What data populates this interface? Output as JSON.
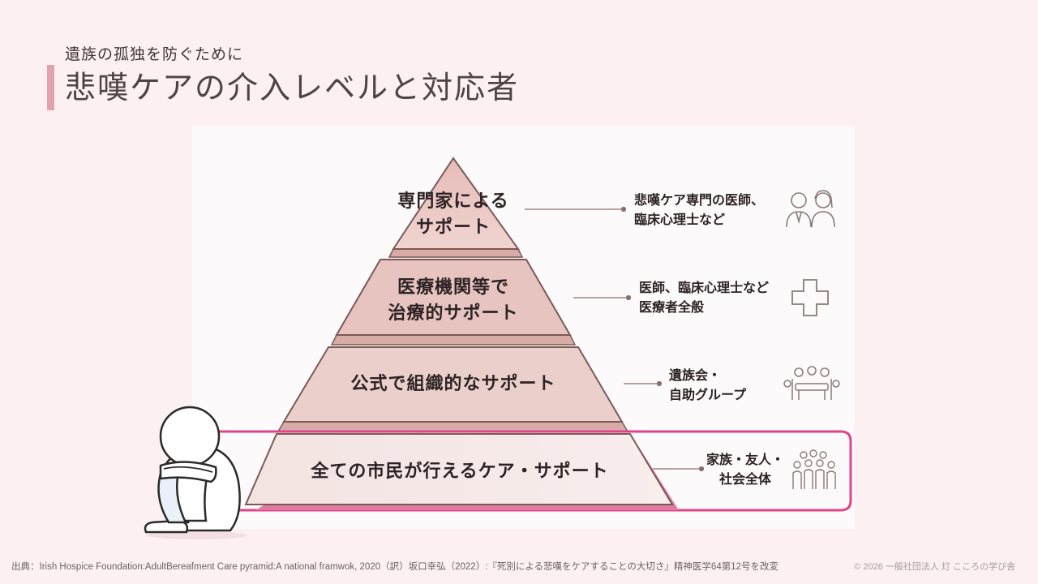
{
  "header": {
    "subtitle": "遺族の孤独を防ぐために",
    "title": "悲嘆ケアの介入レベルと対応者"
  },
  "pyramid": {
    "levels": [
      {
        "label_line1": "専門家による",
        "label_line2": "サポート",
        "responders_line1": "悲嘆ケア専門の医師、",
        "responders_line2": "臨床心理士など",
        "icon": "doctors-icon"
      },
      {
        "label_line1": "医療機関等で",
        "label_line2": "治療的サポート",
        "responders_line1": "医師、臨床心理士など",
        "responders_line2": "医療者全般",
        "icon": "medical-cross-icon"
      },
      {
        "label_line1": "公式で組織的なサポート",
        "responders_line1": "遺族会・",
        "responders_line2": "自助グループ",
        "icon": "support-group-icon"
      },
      {
        "label_line1": "全ての市民が行えるケア・サポート",
        "responders_line1": "家族・友人・",
        "responders_line2": "社会全体",
        "icon": "crowd-icon",
        "highlighted": true
      }
    ]
  },
  "colors": {
    "background": "#fdf0f3",
    "accent_bar": "#e0a3ae",
    "highlight": "#e0448a",
    "tier_fill": "#e8c4c0"
  },
  "footer": {
    "source": "出典：Irish Hospice Foundation:AdultBereafment Care pyramid:A national framwok, 2020（訳）坂口幸弘（2022）:『死別による悲嘆をケアすることの大切さ』精神医学64第12号を改変",
    "copyright": "© 2026 一般社団法人 灯 こころの学び舎"
  }
}
